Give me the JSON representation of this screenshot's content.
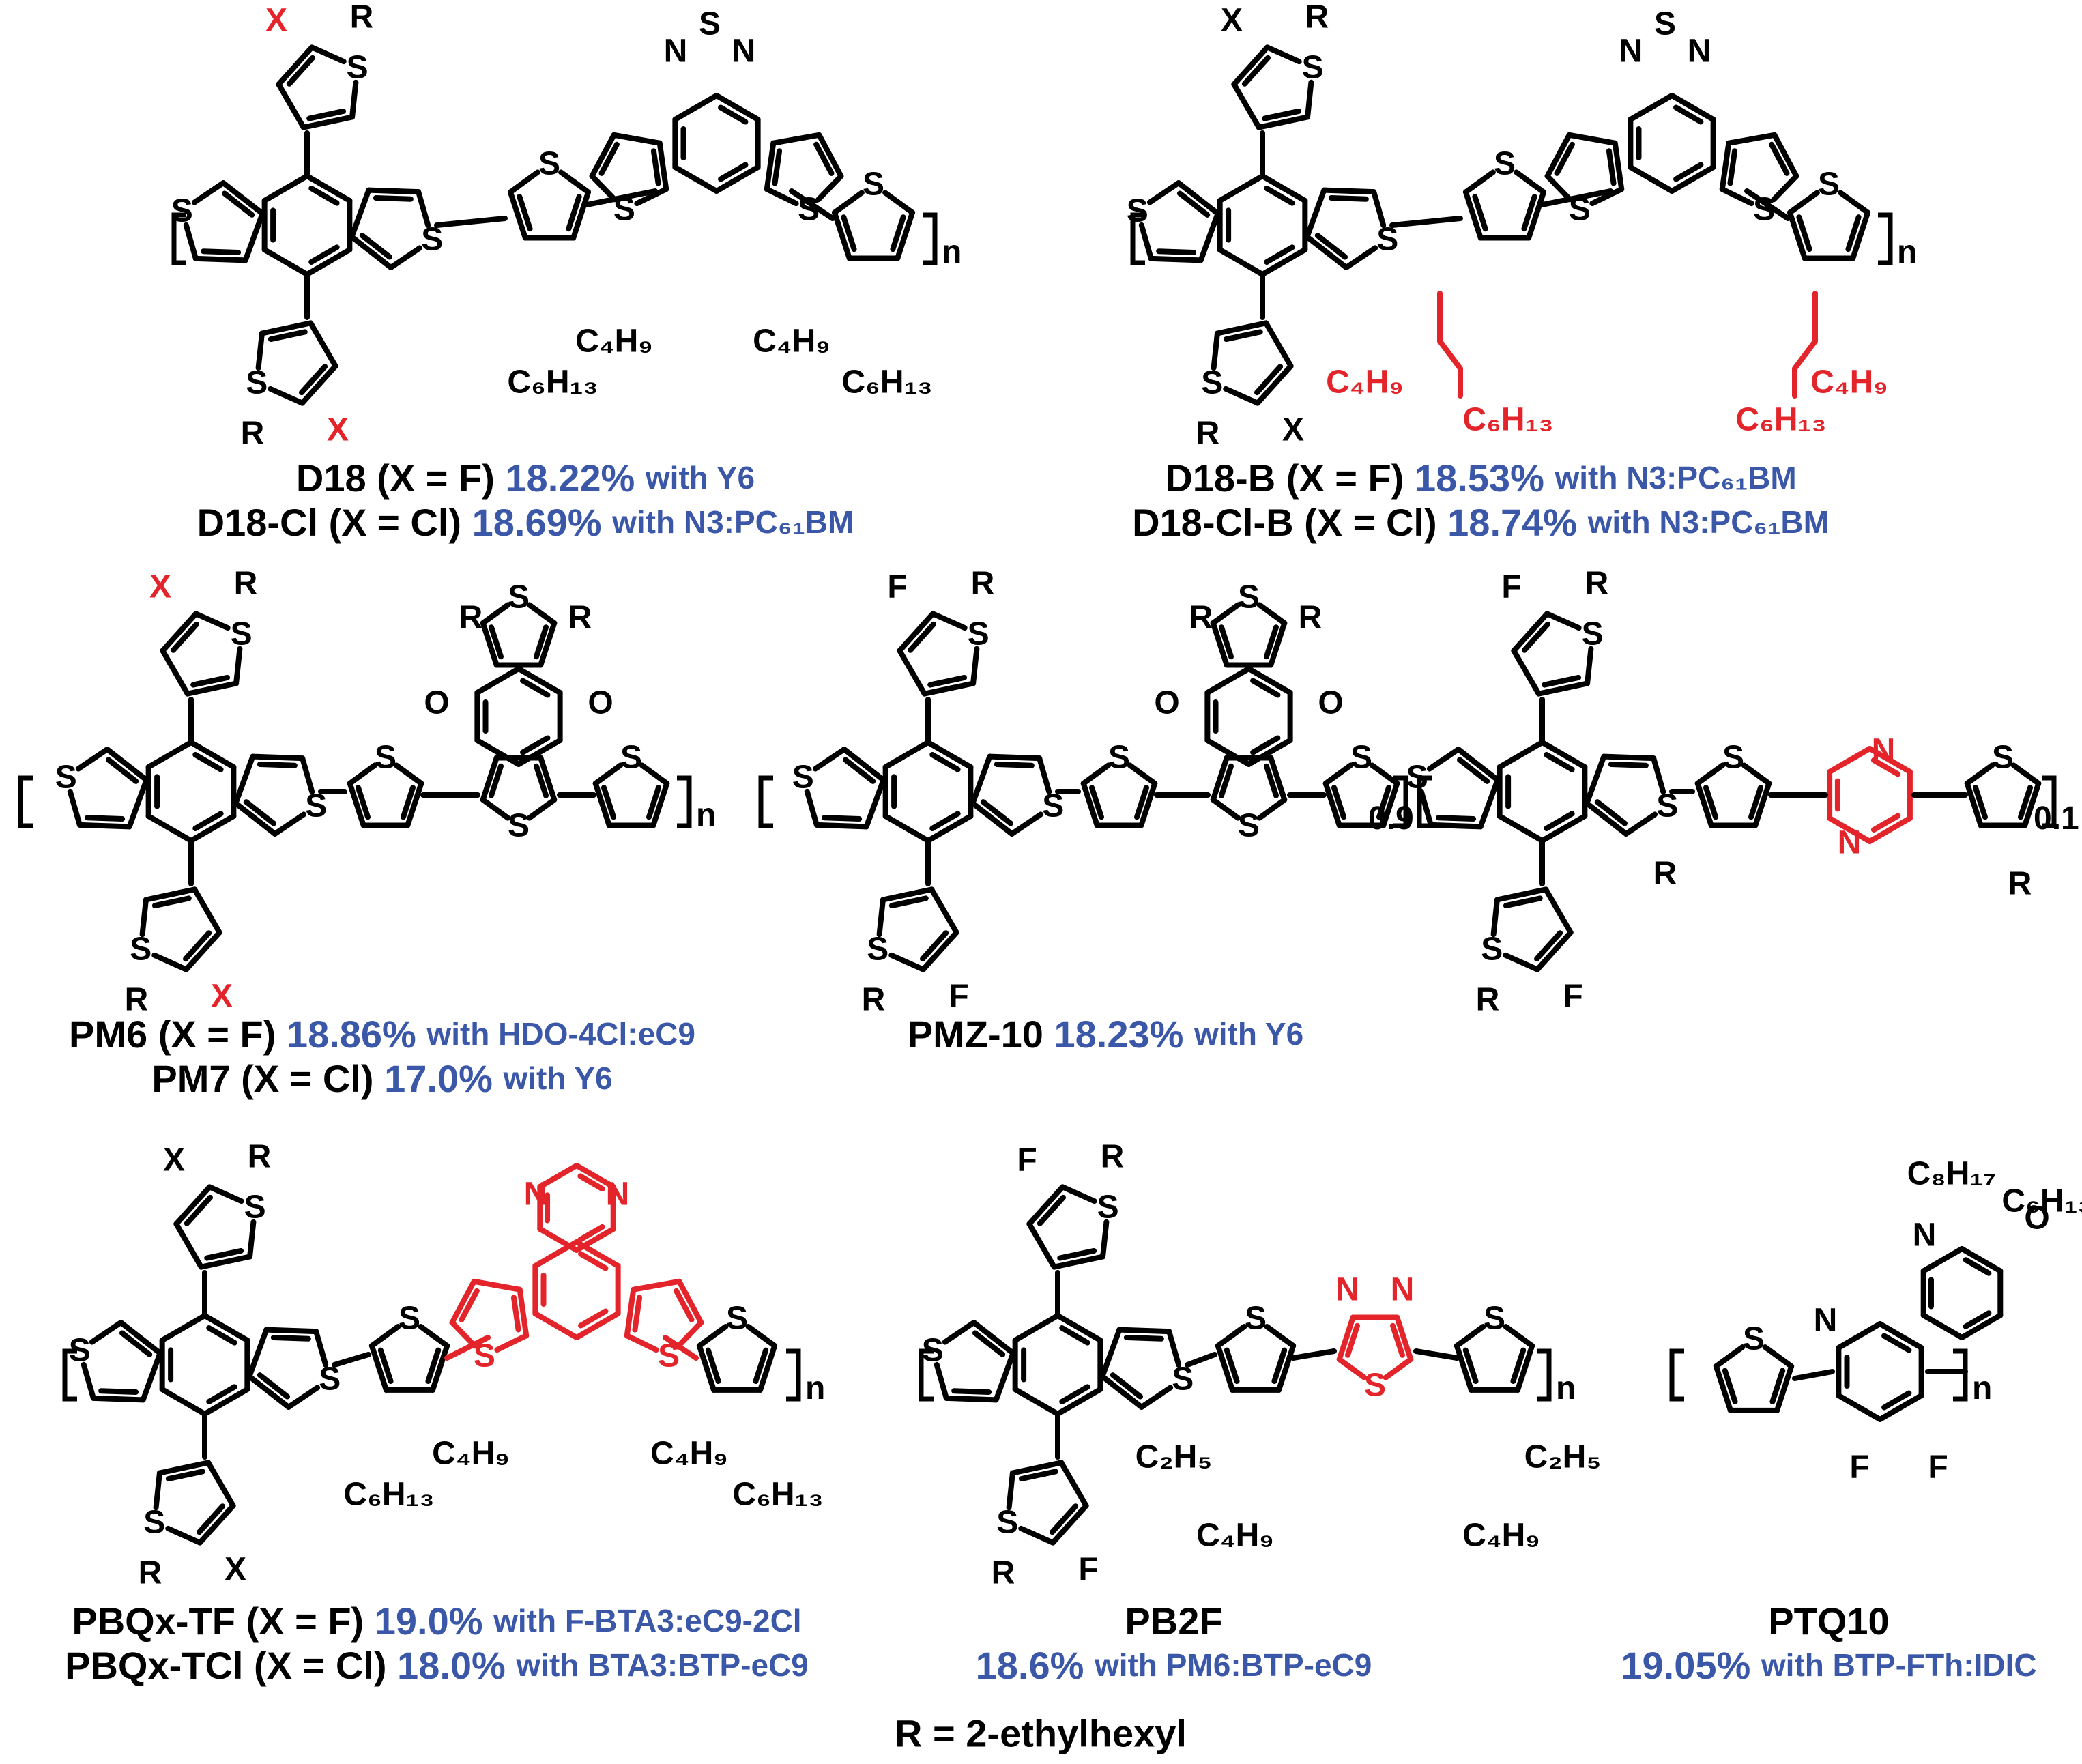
{
  "colors": {
    "black": "#000000",
    "blue": "#3b57a8",
    "red": "#e3242b"
  },
  "atoms": {
    "S": "S",
    "N": "N",
    "O": "O",
    "R": "R",
    "X": "X",
    "F": "F"
  },
  "subs": {
    "n": "n",
    "r09": "0.9",
    "r01": "0.1"
  },
  "chains": {
    "C4H9": "C₄H₉",
    "C6H13": "C₆H₁₃",
    "C2H5": "C₂H₅",
    "C8H17": "C₈H₁₇"
  },
  "captions": [
    {
      "name": "D18 (X = F)",
      "value": "18.22%",
      "with": "with Y6"
    },
    {
      "name": "D18-Cl (X = Cl)",
      "value": "18.69%",
      "with": "with N3:PC₆₁BM"
    },
    {
      "name": "D18-B (X = F)",
      "value": "18.53%",
      "with": "with N3:PC₆₁BM"
    },
    {
      "name": "D18-Cl-B (X = Cl)",
      "value": "18.74%",
      "with": "with N3:PC₆₁BM"
    },
    {
      "name": "PM6 (X = F)",
      "value": "18.86%",
      "with": "with HDO-4Cl:eC9"
    },
    {
      "name": "PM7 (X = Cl)",
      "value": "17.0%",
      "with": "with Y6"
    },
    {
      "name": "PMZ-10",
      "value": "18.23%",
      "with": "with Y6"
    },
    {
      "name": "PBQx-TF (X = F)",
      "value": "19.0%",
      "with": "with F-BTA3:eC9-2Cl"
    },
    {
      "name": "PBQx-TCl (X = Cl)",
      "value": "18.0%",
      "with": "with BTA3:BTP-eC9"
    },
    {
      "name": "PB2F",
      "value": "",
      "with": ""
    },
    {
      "name": "",
      "value": "18.6%",
      "with": "with PM6:BTP-eC9"
    },
    {
      "name": "PTQ10",
      "value": "",
      "with": ""
    },
    {
      "name": "",
      "value": "19.05%",
      "with": "with BTP-FTh:IDIC"
    }
  ],
  "footnote": "R = 2-ethylhexyl"
}
